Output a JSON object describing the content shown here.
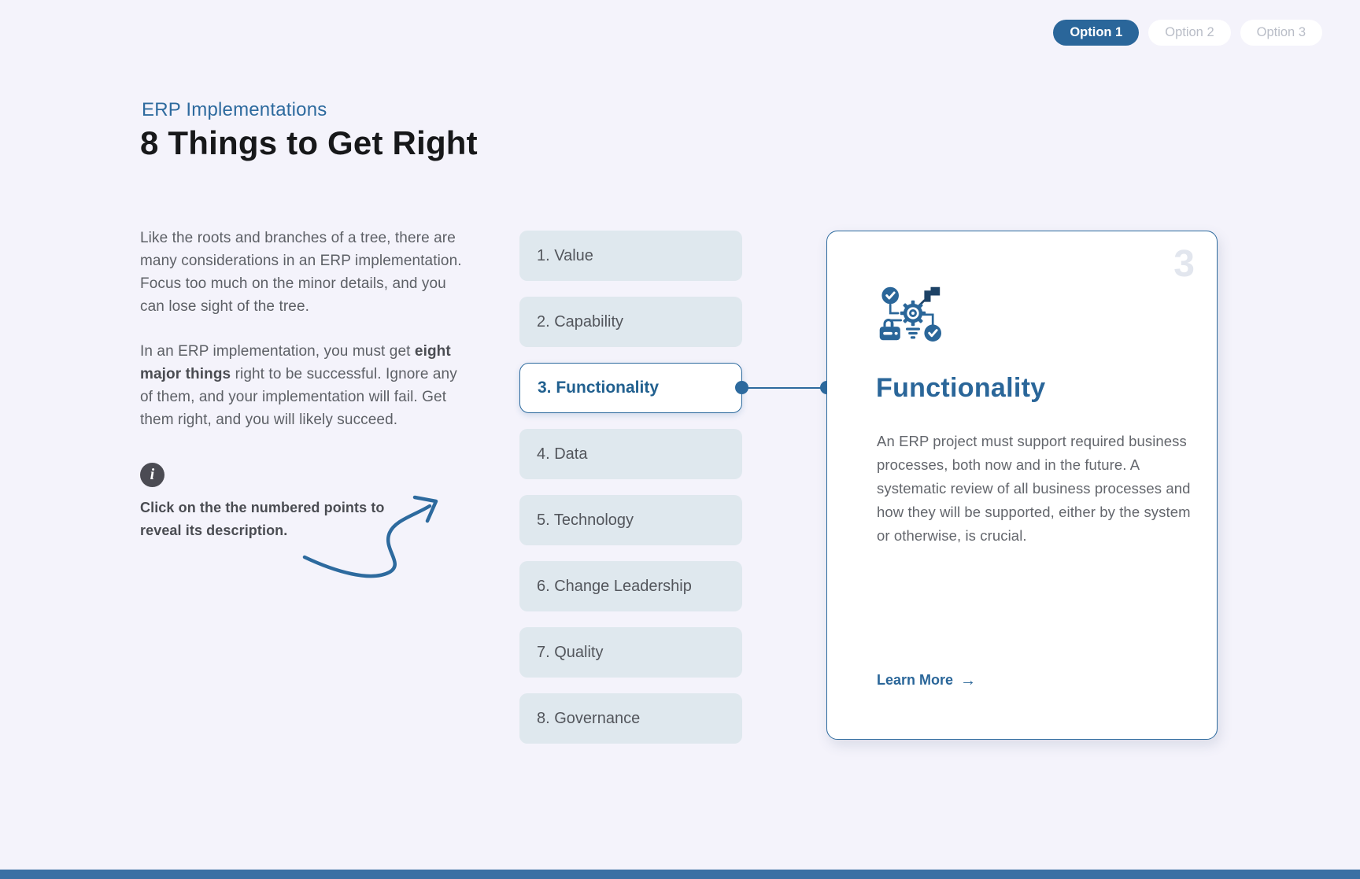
{
  "page": {
    "background": "#f4f3fb",
    "accent": "#2d6a9e",
    "pill_bg": "#dfe8ee",
    "footer_color": "#3a70a4",
    "watermark_color": "#e2e6ee"
  },
  "options": {
    "items": [
      {
        "label": "Option 1",
        "active": true
      },
      {
        "label": "Option 2",
        "active": false
      },
      {
        "label": "Option 3",
        "active": false
      }
    ]
  },
  "header": {
    "eyebrow": "ERP Implementations",
    "title": "8 Things to Get Right"
  },
  "intro": {
    "paragraph1": "Like the roots and branches of a tree, there are many considerations in an ERP implementation. Focus too much on the minor details, and you can lose sight of the tree.",
    "paragraph2_prefix": "In an ERP implementation, you must get ",
    "paragraph2_bold": "eight major things",
    "paragraph2_suffix": " right to be successful. Ignore any of them, and your implementation will fail. Get them right, and you will likely succeed.",
    "note": "Click on the the numbered points to reveal its description."
  },
  "icons": {
    "info": "i",
    "arrow_right": "→",
    "card_icon_name": "gear-lightbulb-checklist-icon"
  },
  "list": {
    "items": [
      {
        "label": "1. Value",
        "selected": false
      },
      {
        "label": "2. Capability",
        "selected": false
      },
      {
        "label": "3. Functionality",
        "selected": true
      },
      {
        "label": "4. Data",
        "selected": false
      },
      {
        "label": "5. Technology",
        "selected": false
      },
      {
        "label": "6. Change Leadership",
        "selected": false
      },
      {
        "label": "7. Quality",
        "selected": false
      },
      {
        "label": "8. Governance",
        "selected": false
      }
    ]
  },
  "detail_card": {
    "number": "3",
    "title": "Functionality",
    "body": "An ERP project must support required business processes, both now and in the future. A systematic review of all business processes and how they will be supported, either by the system or otherwise, is crucial.",
    "link_label": "Learn More"
  }
}
